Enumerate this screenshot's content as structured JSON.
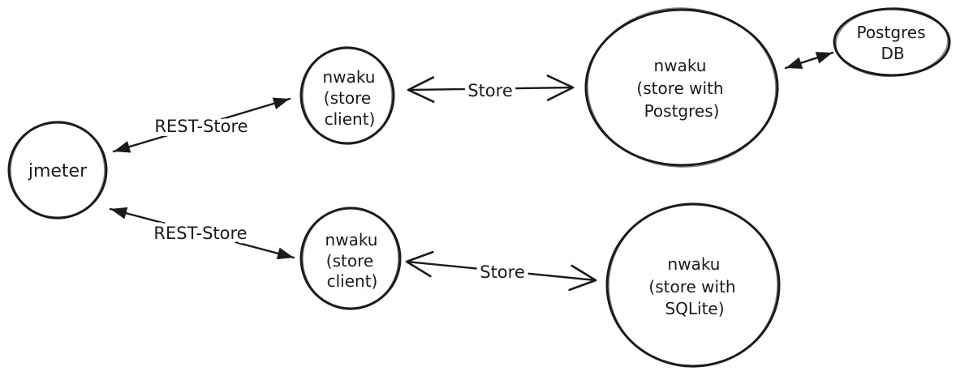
{
  "diagram": {
    "background_color": "#ffffff",
    "stroke_color": "#1b1b1b",
    "nodes": {
      "jmeter": {
        "label": "jmeter"
      },
      "store_client_top": {
        "lines": [
          "nwaku",
          "(store",
          "client)"
        ]
      },
      "store_postgres": {
        "lines": [
          "nwaku",
          "(store with",
          "Postgres)"
        ]
      },
      "postgres_db": {
        "lines": [
          "Postgres",
          "DB"
        ]
      },
      "store_client_bottom": {
        "lines": [
          "nwaku",
          "(store",
          "client)"
        ]
      },
      "store_sqlite": {
        "lines": [
          "nwaku",
          "(store with",
          "SQLite)"
        ]
      }
    },
    "edges": {
      "rest_store_top": {
        "label": "REST-Store"
      },
      "rest_store_bottom": {
        "label": "REST-Store"
      },
      "store_top": {
        "label": "Store"
      },
      "store_bottom": {
        "label": "Store"
      }
    }
  }
}
